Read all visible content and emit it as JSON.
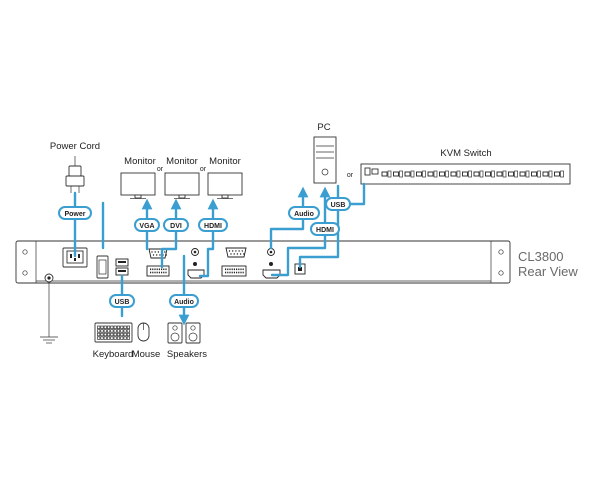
{
  "colors": {
    "cable": "#3a9fd0",
    "outline": "#333333",
    "title": "#6a6a6a",
    "background": "#ffffff"
  },
  "labels": {
    "power_cord": "Power Cord",
    "monitor": "Monitor",
    "or": "or",
    "pc": "PC",
    "kvm_switch": "KVM Switch",
    "keyboard": "Keyboard",
    "mouse": "Mouse",
    "speakers": "Speakers"
  },
  "title": {
    "model": "CL3800",
    "view": "Rear View"
  },
  "badges": {
    "power": "Power",
    "vga": "VGA",
    "dvi": "DVI",
    "hdmi_monitor": "HDMI",
    "usb_keyboard": "USB",
    "audio_speakers": "Audio",
    "audio_pc": "Audio",
    "hdmi_pc": "HDMI",
    "usb_pc": "USB"
  },
  "icons": {
    "power_plug": "power-plug-icon",
    "monitor": "monitor-icon",
    "pc_tower": "pc-tower-icon",
    "kvm_switch": "kvm-switch-icon",
    "keyboard": "keyboard-icon",
    "mouse": "mouse-icon",
    "speaker": "speaker-icon",
    "ground": "ground-icon",
    "arrow_up": "arrow-up-icon",
    "arrow_down": "arrow-down-icon"
  }
}
